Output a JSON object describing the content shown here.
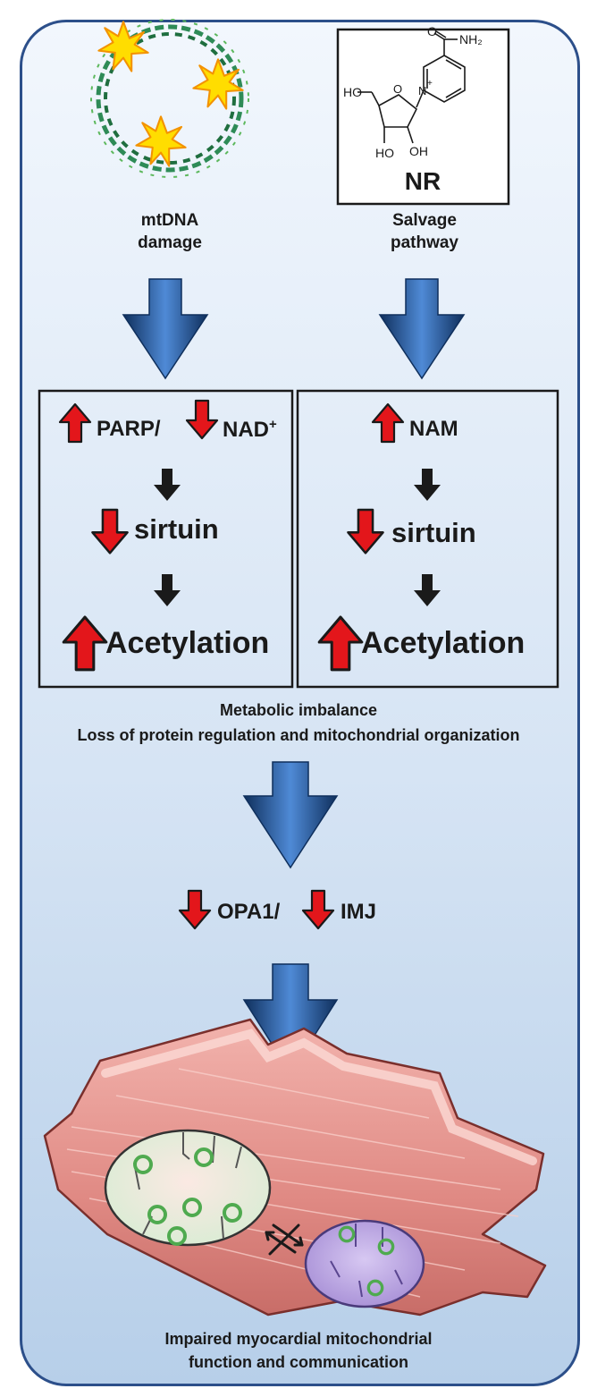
{
  "molecule": {
    "name": "NR",
    "atoms": {
      "amide_n": "NH₂",
      "ring_n": "N",
      "ring_charge": "+",
      "hydroxyl_top": "HO",
      "hydroxyl_left": "HO",
      "hydroxyl_right": "OH",
      "ring_o": "O",
      "amide_o": "O"
    }
  },
  "left_source": {
    "line1": "mtDNA",
    "line2": "damage"
  },
  "right_source": {
    "line1": "Salvage",
    "line2": "pathway"
  },
  "left_box": {
    "parp": "PARP/",
    "nad": "NAD",
    "nad_sup": "+",
    "sirtuin": "sirtuin",
    "acetylation": "Acetylation"
  },
  "right_box": {
    "nam": "NAM",
    "sirtuin": "sirtuin",
    "acetylation": "Acetylation"
  },
  "summary": {
    "line1": "Metabolic imbalance",
    "line2": "Loss of protein regulation and mitochondrial organization"
  },
  "markers": {
    "opa1": "OPA1/",
    "imj": "IMJ"
  },
  "footer": {
    "line1": "Impaired myocardial mitochondrial",
    "line2": "function and communication"
  },
  "colors": {
    "frame": "#2c4f8a",
    "arrow_dark": "#0f2f5c",
    "arrow_light": "#4f8ad6",
    "red_arrow": "#e3161b",
    "muscle": "#e8908a",
    "mito_left": "#d9ecd4",
    "mito_right": "#c8b6e6",
    "ring_green": "#4faa4f",
    "star": "#ffdd00"
  }
}
